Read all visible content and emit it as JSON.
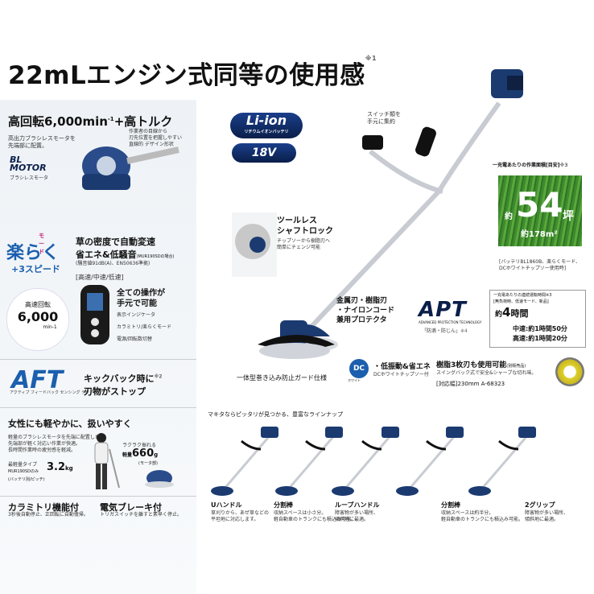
{
  "hero": {
    "title": "22mLエンジン式同等の使用感",
    "note": "※1"
  },
  "left": {
    "motor": {
      "title": "高回転6,000min",
      "title_sup": "-1",
      "title_suffix": "+高トルク",
      "desc": "高出力ブラシレスモータを\n先端部に配置。",
      "bl_label": "BL\nMOTOR",
      "bl_sub": "ブラシレスモータ",
      "callout": "作業者の目線から\n刃先位置を把握しやすい\n直線的 デザイン形状"
    },
    "raku": {
      "logo_top": "モード",
      "logo": "楽らく",
      "logo_sub": "+3スピード",
      "title": "草の密度で自動変速",
      "title2": "省エネ&低騒音",
      "title2_note": "(MUR190SDの場合)",
      "desc": "(騒音値91dB(A)、EN50636準拠)",
      "speeds": "[高速/中速/低速]"
    },
    "rpm": {
      "label": "高速回転",
      "value": "6,000",
      "unit": "min-1"
    },
    "control": {
      "title": "全ての操作が\n手元で可能",
      "items": [
        "表示インジケータ",
        "カラミトリ/楽らくモード",
        "電源/回転数切替"
      ]
    },
    "aft": {
      "logo": "AFT",
      "sub": "アクティブ フィードバック センシング テクノロジー",
      "title": "キックバック時に",
      "note": "※2",
      "title2": "刃物がストップ"
    },
    "women": {
      "title": "女性にも軽やかに、扱いやすく",
      "desc": "軽量のブラシレスモータを先端に配置した\n先端部が軽く対応い作業が快適。\n長時間作業時の疲労感を軽減。",
      "weight_label": "最軽量タイプ",
      "weight_model": "MUR190SDのみ",
      "weight_value": "3.2",
      "weight_unit": "kg",
      "weight_note": "(バッテリ別/ピッチ)",
      "light_label": "ラクラク振れる",
      "light_label2": "軽量",
      "light_value": "660",
      "light_unit": "g",
      "light_note": "(モータ部)"
    },
    "karami": {
      "title": "カラミトリ機能付",
      "desc": "3秒後自動停止、正回転に自動復帰。"
    },
    "brake": {
      "title": "電気ブレーキ付",
      "desc": "トリガスイッチを離すと素早く停止。"
    }
  },
  "center": {
    "li_badge": "Li-ion",
    "li_sub": "リチウムイオンバッテリ",
    "v_badge": "18V",
    "switch": "スイッチ類を\n手元に集約",
    "tool": {
      "title": "ツールレス\nシャフトロック",
      "desc": "チップソーから樹脂刃へ\n簡単にチェンジ可能"
    },
    "protector": "金属刃・樹脂刃\n・ナイロンコード\n兼用プロテクタ",
    "guard": "一体型巻き込み防止ガード仕様",
    "dc": {
      "badge": "DC",
      "badge_sub": "ホワイト",
      "title": "・低振動&省エネ",
      "sub": "DCホワイトチップソー付"
    }
  },
  "right": {
    "area": {
      "title": "一充電あたりの作業面積[目安]",
      "note": "※3",
      "prefix": "約",
      "value": "54",
      "unit": "坪",
      "sub": "約178m²",
      "caption": "[バッテリBL1860B、楽らくモード、\nDCホワイトチップソー使用時]"
    },
    "apt": {
      "logo": "APT",
      "sub": "ADVANCED PROTECTION TECHNOLOGY",
      "sub2": "「防滴・防じん」",
      "note": "※4"
    },
    "time": {
      "title": "一充電あたりの連続運転時間",
      "note": "※3",
      "cond": "[無負荷時、低速モード、新品]",
      "prefix": "約",
      "value": "4",
      "unit": "時間",
      "mid": "中速:約1時間50分",
      "high": "高速:約1時間20分"
    },
    "resin": {
      "title": "樹脂3枚刃も使用可能",
      "title_note": "(別販売品)",
      "desc": "スイングバック式で安全&シャープな切れ味。",
      "spec": "[対応幅]230mm A-68323"
    }
  },
  "lineup": {
    "heading": "マキタならピッタリが見つかる、豊富なラインナップ",
    "items": [
      {
        "label": "Uハンドル",
        "desc": "草刈りから、あぜ草などの\n平坦地に対応します。"
      },
      {
        "label": "分割棒",
        "desc": "収納スペースは小さ分。\n軽自動車のトランクにも積込み可能。"
      },
      {
        "label": "ループハンドル",
        "desc": "障害物が多い場所、\n傾斜地に最適。"
      },
      {
        "label": "分割棒",
        "desc": "収納スペースは約半分。\n軽自動車のトランクにも積込み可能。"
      },
      {
        "label": "2グリップ",
        "desc": "障害物が多い場所、\n傾斜地に最適。"
      }
    ]
  },
  "colors": {
    "makita_blue": "#1b5fae",
    "navy": "#0a1e4a",
    "grass": "#4a9a34"
  }
}
